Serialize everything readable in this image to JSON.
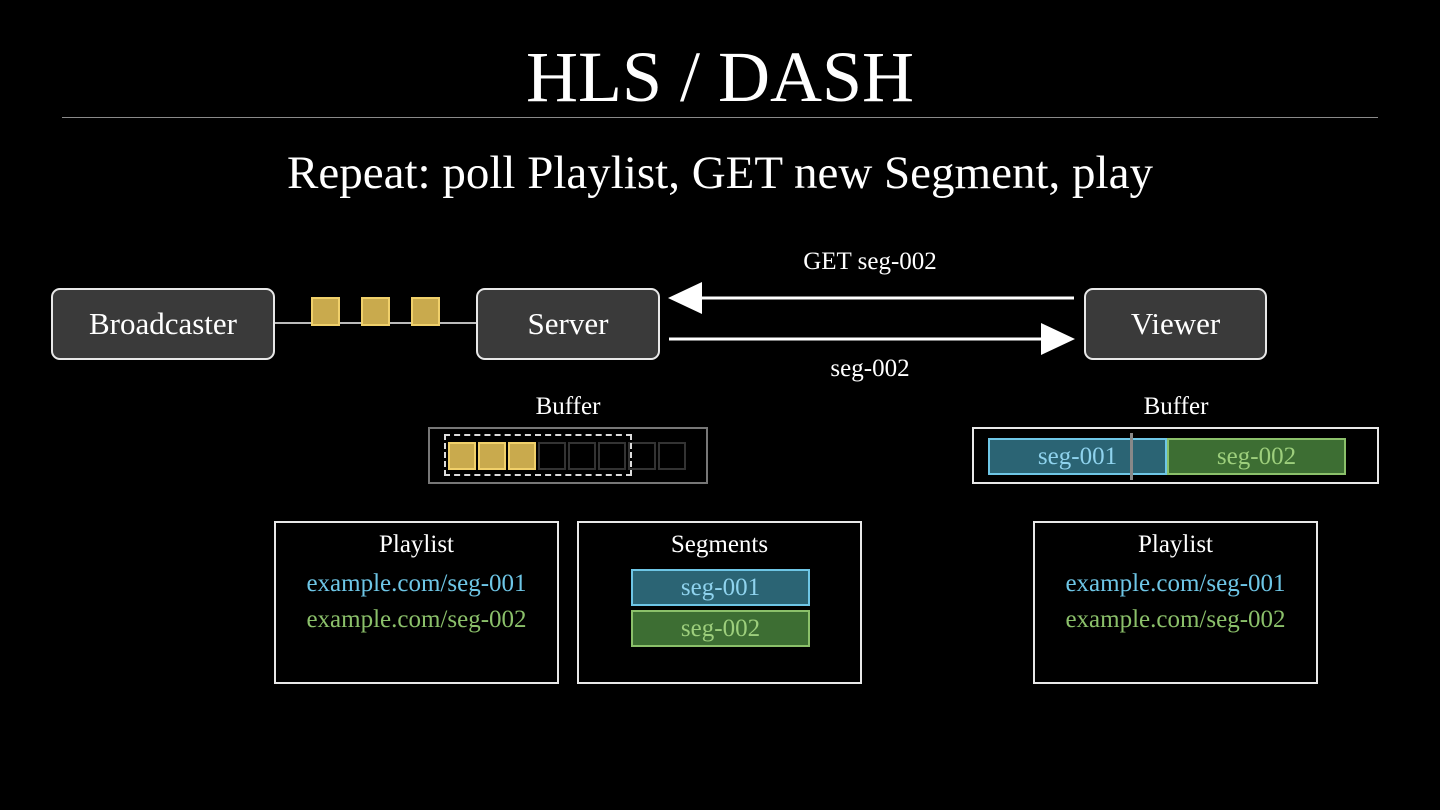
{
  "title": "HLS / DASH",
  "subtitle": "Repeat: poll Playlist, GET new Segment, play",
  "nodes": {
    "broadcaster": "Broadcaster",
    "server": "Server",
    "viewer": "Viewer"
  },
  "arrows": {
    "request": "GET seg-002",
    "response": "seg-002"
  },
  "server_buffer": {
    "label": "Buffer",
    "filled_cells": 3,
    "total_cells": 8
  },
  "viewer_buffer": {
    "label": "Buffer",
    "segments": [
      "seg-001",
      "seg-002"
    ]
  },
  "server_playlist": {
    "title": "Playlist",
    "entries": [
      "example.com/seg-001",
      "example.com/seg-002"
    ]
  },
  "server_segments": {
    "title": "Segments",
    "entries": [
      "seg-001",
      "seg-002"
    ]
  },
  "viewer_playlist": {
    "title": "Playlist",
    "entries": [
      "example.com/seg-001",
      "example.com/seg-002"
    ]
  },
  "colors": {
    "segment_blue": "#6ec6e6",
    "segment_green": "#8bc06a",
    "chunk_gold": "#c9aa4d"
  }
}
